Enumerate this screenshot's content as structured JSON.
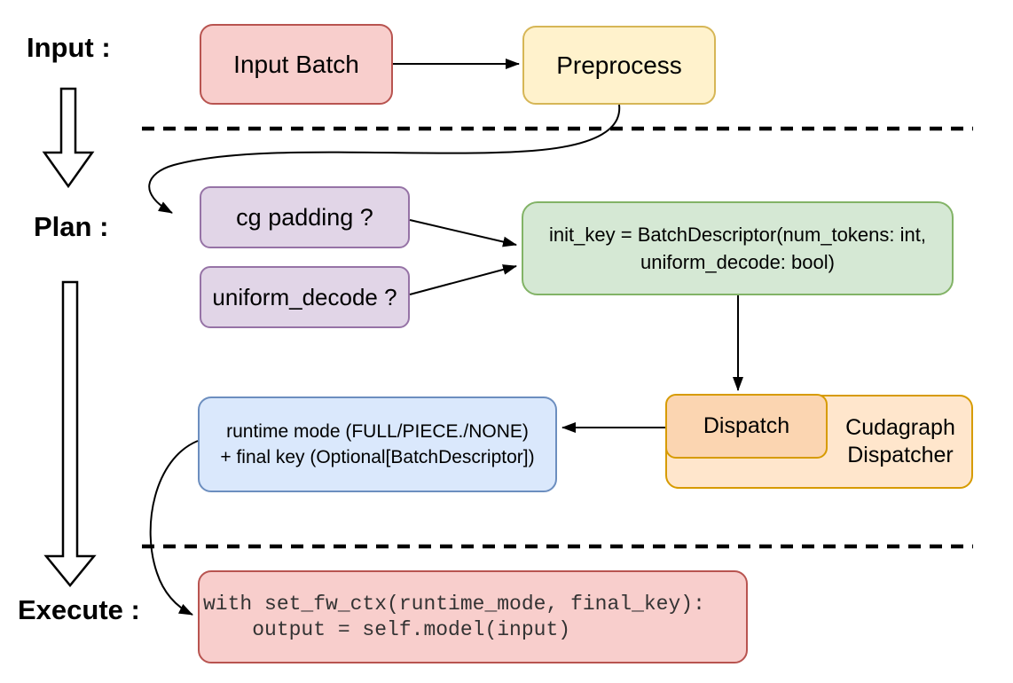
{
  "stages": {
    "input": "Input :",
    "plan": "Plan :",
    "execute": "Execute :"
  },
  "nodes": {
    "input_batch": "Input Batch",
    "preprocess": "Preprocess",
    "cg_padding": "cg padding ?",
    "uniform_decode": "uniform_decode ?",
    "init_key": {
      "line1": "init_key = BatchDescriptor(num_tokens: int,",
      "line2": "uniform_decode: bool)"
    },
    "dispatch": "Dispatch",
    "cudagraph_dispatcher": {
      "line1": "Cudagraph",
      "line2": "Dispatcher"
    },
    "runtime": {
      "line1": "runtime mode (FULL/PIECE./NONE)",
      "line2": "+ final key (Optional[BatchDescriptor])"
    },
    "execute_code": {
      "line1": "with set_fw_ctx(runtime_mode, final_key):",
      "line2": "    output = self.model(input)"
    }
  },
  "colors": {
    "red_fill": "#f8cecc",
    "red_border": "#b85450",
    "yellow_fill": "#fff2cc",
    "yellow_border": "#d6b656",
    "purple_fill": "#e1d5e7",
    "purple_border": "#9673a6",
    "green_fill": "#d5e8d4",
    "green_border": "#82b366",
    "blue_fill": "#dae8fc",
    "blue_border": "#6c8ebf",
    "orange_fill": "#ffe6cc",
    "orange_inner_fill": "#fbd5b1",
    "orange_border": "#d79b00",
    "connector": "#000000",
    "code_text": "#333333"
  }
}
